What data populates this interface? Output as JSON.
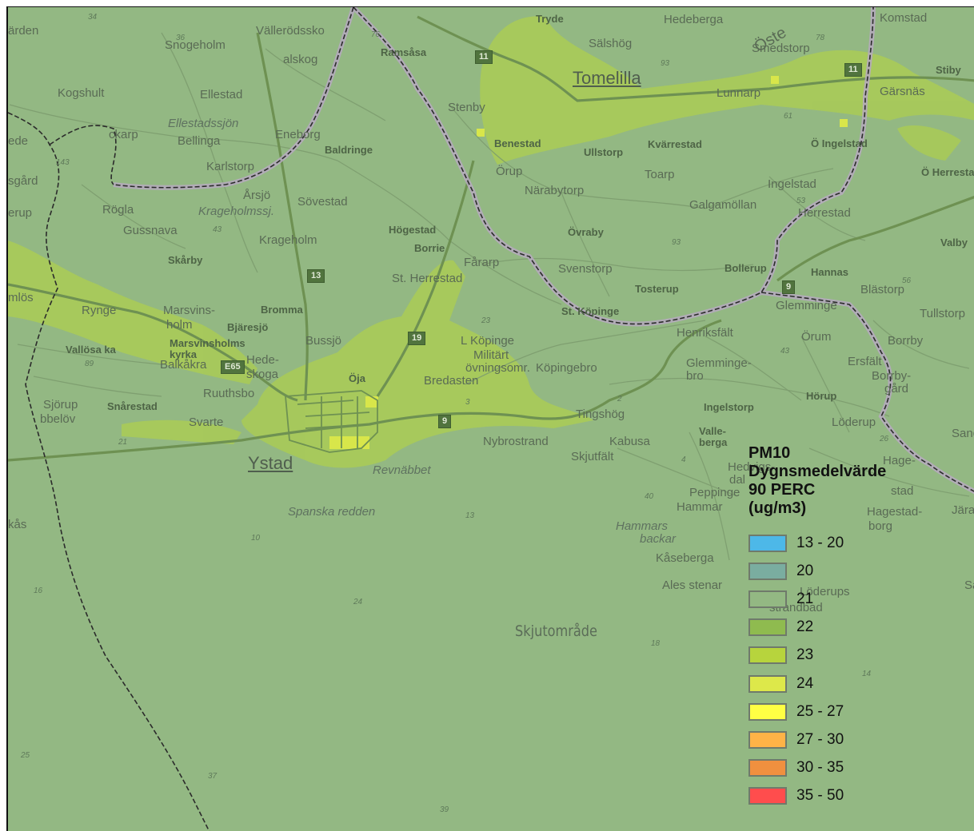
{
  "map": {
    "place_labels": [
      {
        "text": "Tryde",
        "style": "bold"
      },
      {
        "text": "Hedeberga",
        "style": "normal"
      },
      {
        "text": "Öste",
        "style": "rot"
      },
      {
        "text": "Komstad",
        "style": "normal"
      },
      {
        "text": "ärden",
        "style": "normal"
      },
      {
        "text": "Vällerödssko",
        "style": "normal"
      },
      {
        "text": "Snogeholm",
        "style": "normal"
      },
      {
        "text": "Ramsåsa",
        "style": "bold"
      },
      {
        "text": "Sälshög",
        "style": "normal"
      },
      {
        "text": "Smedstorp",
        "style": "normal"
      },
      {
        "text": "Stiby",
        "style": "bold"
      },
      {
        "text": "alskog",
        "style": "normal"
      },
      {
        "text": "Tomelilla",
        "style": "big"
      },
      {
        "text": "Kogshult",
        "style": "normal"
      },
      {
        "text": "Ellestad",
        "style": "normal"
      },
      {
        "text": "Lunnarp",
        "style": "normal"
      },
      {
        "text": "Gärsnäs",
        "style": "normal"
      },
      {
        "text": "Stenby",
        "style": "normal"
      },
      {
        "text": "Ellestadssjön",
        "style": "ital"
      },
      {
        "text": "ckarp",
        "style": "normal"
      },
      {
        "text": "Eneborg",
        "style": "normal"
      },
      {
        "text": "Bellinga",
        "style": "normal"
      },
      {
        "text": "Benestad",
        "style": "bold"
      },
      {
        "text": "Ullstorp",
        "style": "bold"
      },
      {
        "text": "Kvärrestad",
        "style": "bold"
      },
      {
        "text": "Ö Ingelstad",
        "style": "bold"
      },
      {
        "text": "ede",
        "style": "normal"
      },
      {
        "text": "Baldringe",
        "style": "bold"
      },
      {
        "text": "Karlstorp",
        "style": "normal"
      },
      {
        "text": "Örup",
        "style": "normal"
      },
      {
        "text": "Toarp",
        "style": "normal"
      },
      {
        "text": "Ö Herrestad",
        "style": "bold"
      },
      {
        "text": "sgård",
        "style": "normal"
      },
      {
        "text": "Ingelstad",
        "style": "normal"
      },
      {
        "text": "Närabytorp",
        "style": "normal"
      },
      {
        "text": "Årsjö",
        "style": "normal"
      },
      {
        "text": "Sövestad",
        "style": "normal"
      },
      {
        "text": "Galgamöllan",
        "style": "normal"
      },
      {
        "text": "erup",
        "style": "normal"
      },
      {
        "text": "Rögla",
        "style": "normal"
      },
      {
        "text": "Krageholmssj.",
        "style": "ital"
      },
      {
        "text": "Herrestad",
        "style": "normal"
      },
      {
        "text": "Högestad",
        "style": "bold"
      },
      {
        "text": "Övraby",
        "style": "bold"
      },
      {
        "text": "Gussnava",
        "style": "normal"
      },
      {
        "text": "Krageholm",
        "style": "normal"
      },
      {
        "text": "Borrie",
        "style": "bold"
      },
      {
        "text": "Valby",
        "style": "bold"
      },
      {
        "text": "Skårby",
        "style": "bold"
      },
      {
        "text": "Fårarp",
        "style": "normal"
      },
      {
        "text": "Svenstorp",
        "style": "normal"
      },
      {
        "text": "Bollerup",
        "style": "bold"
      },
      {
        "text": "Hannas",
        "style": "bold"
      },
      {
        "text": "St. Herrestad",
        "style": "normal"
      },
      {
        "text": "Tosterup",
        "style": "bold"
      },
      {
        "text": "Blästorp",
        "style": "normal"
      },
      {
        "text": "mlös",
        "style": "normal"
      },
      {
        "text": "Rynge",
        "style": "normal"
      },
      {
        "text": "Marsvins-",
        "style": "normal"
      },
      {
        "text": "holm",
        "style": "normal"
      },
      {
        "text": "Bromma",
        "style": "bold"
      },
      {
        "text": "St. Köpinge",
        "style": "bold"
      },
      {
        "text": "Glemminge",
        "style": "normal"
      },
      {
        "text": "Tullstorp",
        "style": "normal"
      },
      {
        "text": "Bjäresjö",
        "style": "bold"
      },
      {
        "text": "Henriksfält",
        "style": "normal"
      },
      {
        "text": "Örum",
        "style": "normal"
      },
      {
        "text": "Borrby",
        "style": "normal"
      },
      {
        "text": "Vallösa ka",
        "style": "bold"
      },
      {
        "text": "Marsvinsholms",
        "style": "bold"
      },
      {
        "text": "kyrka",
        "style": "bold"
      },
      {
        "text": "Bussjö",
        "style": "normal"
      },
      {
        "text": "L Köpinge",
        "style": "normal"
      },
      {
        "text": "Militärt",
        "style": "normal"
      },
      {
        "text": "övningsomr.",
        "style": "normal"
      },
      {
        "text": "Balkåkra",
        "style": "normal"
      },
      {
        "text": "Hede-",
        "style": "normal"
      },
      {
        "text": "skoga",
        "style": "normal"
      },
      {
        "text": "Köpingebro",
        "style": "normal"
      },
      {
        "text": "Glemminge-",
        "style": "normal"
      },
      {
        "text": "bro",
        "style": "normal"
      },
      {
        "text": "Ersfält",
        "style": "normal"
      },
      {
        "text": "Borrby-",
        "style": "normal"
      },
      {
        "text": "gård",
        "style": "normal"
      },
      {
        "text": "Öja",
        "style": "bold"
      },
      {
        "text": "Bredasten",
        "style": "normal"
      },
      {
        "text": "Ruuthsbo",
        "style": "normal"
      },
      {
        "text": "Hörup",
        "style": "bold"
      },
      {
        "text": "Sjörup",
        "style": "normal"
      },
      {
        "text": "Snårestad",
        "style": "bold"
      },
      {
        "text": "Ingelstorp",
        "style": "bold"
      },
      {
        "text": "bbelöv",
        "style": "normal"
      },
      {
        "text": "Tingshög",
        "style": "normal"
      },
      {
        "text": "Löderup",
        "style": "normal"
      },
      {
        "text": "Svarte",
        "style": "normal"
      },
      {
        "text": "Valle-",
        "style": "bold"
      },
      {
        "text": "berga",
        "style": "bold"
      },
      {
        "text": "Sand",
        "style": "normal"
      },
      {
        "text": "Nybrostrand",
        "style": "normal"
      },
      {
        "text": "Kabusa",
        "style": "normal"
      },
      {
        "text": "Skjutfält",
        "style": "normal"
      },
      {
        "text": "Hedvigs-",
        "style": "normal"
      },
      {
        "text": "dal",
        "style": "normal"
      },
      {
        "text": "Hage-",
        "style": "normal"
      },
      {
        "text": "stad",
        "style": "normal"
      },
      {
        "text": "Ystad",
        "style": "big"
      },
      {
        "text": "Revnäbbet",
        "style": "ital"
      },
      {
        "text": "Peppinge",
        "style": "normal"
      },
      {
        "text": "Hammar",
        "style": "normal"
      },
      {
        "text": "Hagestad-",
        "style": "normal"
      },
      {
        "text": "borg",
        "style": "normal"
      },
      {
        "text": "Jära",
        "style": "normal"
      },
      {
        "text": "Spanska redden",
        "style": "ital"
      },
      {
        "text": "kås",
        "style": "normal"
      },
      {
        "text": "Hammars",
        "style": "ital"
      },
      {
        "text": "backar",
        "style": "ital"
      },
      {
        "text": "Kåseberga",
        "style": "normal"
      },
      {
        "text": "Ales stenar",
        "style": "normal"
      },
      {
        "text": "Sandhammaren",
        "style": "normal"
      },
      {
        "text": "Löderups",
        "style": "normal"
      },
      {
        "text": "strandbad",
        "style": "normal"
      },
      {
        "text": "Skjutområde",
        "style": "area"
      }
    ],
    "depth_numbers": [
      "34",
      "36",
      "76",
      "78",
      "93",
      "61",
      "53",
      "93",
      "56",
      "143",
      "43",
      "23",
      "89",
      "3",
      "2",
      "4",
      "43",
      "26",
      "21",
      "40",
      "13",
      "10",
      "16",
      "24",
      "18",
      "14",
      "25",
      "37",
      "39"
    ],
    "road_shields": [
      "11",
      "11",
      "13",
      "19",
      "E65",
      "9",
      "9"
    ]
  },
  "legend": {
    "title": "PM10\nDygnsmedelvärde\n90 PERC\n(ug/m3)",
    "items": [
      {
        "label": "13 - 20",
        "color": "#4db8e8"
      },
      {
        "label": "20",
        "color": "#7aada0"
      },
      {
        "label": "21",
        "color": "#93b883"
      },
      {
        "label": "22",
        "color": "#8fbb4f"
      },
      {
        "label": "23",
        "color": "#b7d43d"
      },
      {
        "label": "24",
        "color": "#dde84a"
      },
      {
        "label": "25 - 27",
        "color": "#ffff44"
      },
      {
        "label": "27 - 30",
        "color": "#ffb347"
      },
      {
        "label": "30 - 35",
        "color": "#f0903f"
      },
      {
        "label": "35 - 50",
        "color": "#ff4d4d"
      }
    ]
  }
}
